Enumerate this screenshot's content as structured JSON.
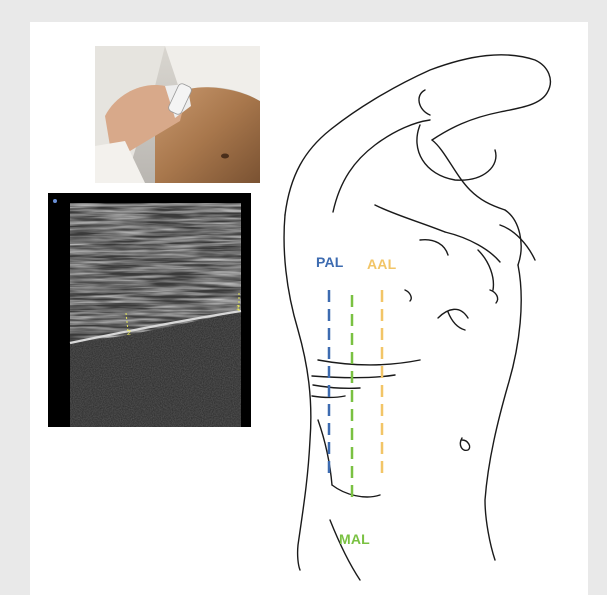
{
  "labels": {
    "pal": "PAL",
    "aal": "AAL",
    "mal": "MAL",
    "us_marker_1": "1",
    "us_marker_2": "2"
  },
  "colors": {
    "pal": "#3d6bb0",
    "aal": "#f2c567",
    "mal": "#7ac142",
    "panel": "#ffffff",
    "frame": "#e9e9e9",
    "us_marker": "#e8e85a"
  },
  "images": {
    "photo": "probe-on-abdomen-photo",
    "ultrasound": "ultrasound-scan"
  }
}
